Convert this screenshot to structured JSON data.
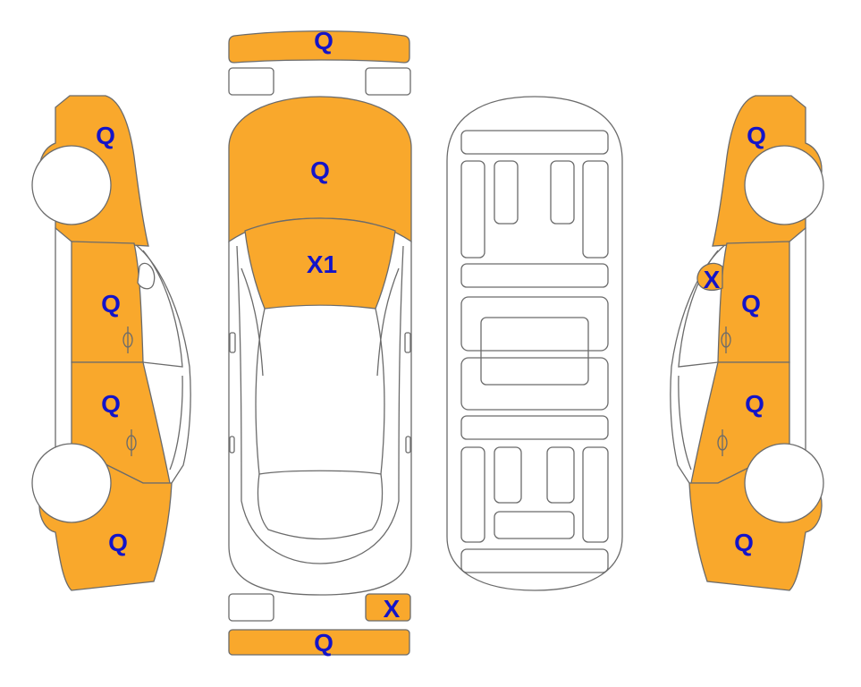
{
  "colors": {
    "damaged": "#f9a82c",
    "ok": "#ffffff",
    "outline": "#6b6b6b",
    "label": "#1414c8"
  },
  "labels": {
    "front_bumper": "Q",
    "hood": "Q",
    "windshield": "X1",
    "left_front_fender": "Q",
    "left_front_door": "Q",
    "left_rear_door": "Q",
    "left_rear_quarter": "Q",
    "right_front_fender": "Q",
    "right_mirror": "X",
    "right_front_door": "Q",
    "right_rear_door": "Q",
    "right_rear_quarter": "Q",
    "rear_right_light": "X",
    "rear_bumper": "Q"
  }
}
